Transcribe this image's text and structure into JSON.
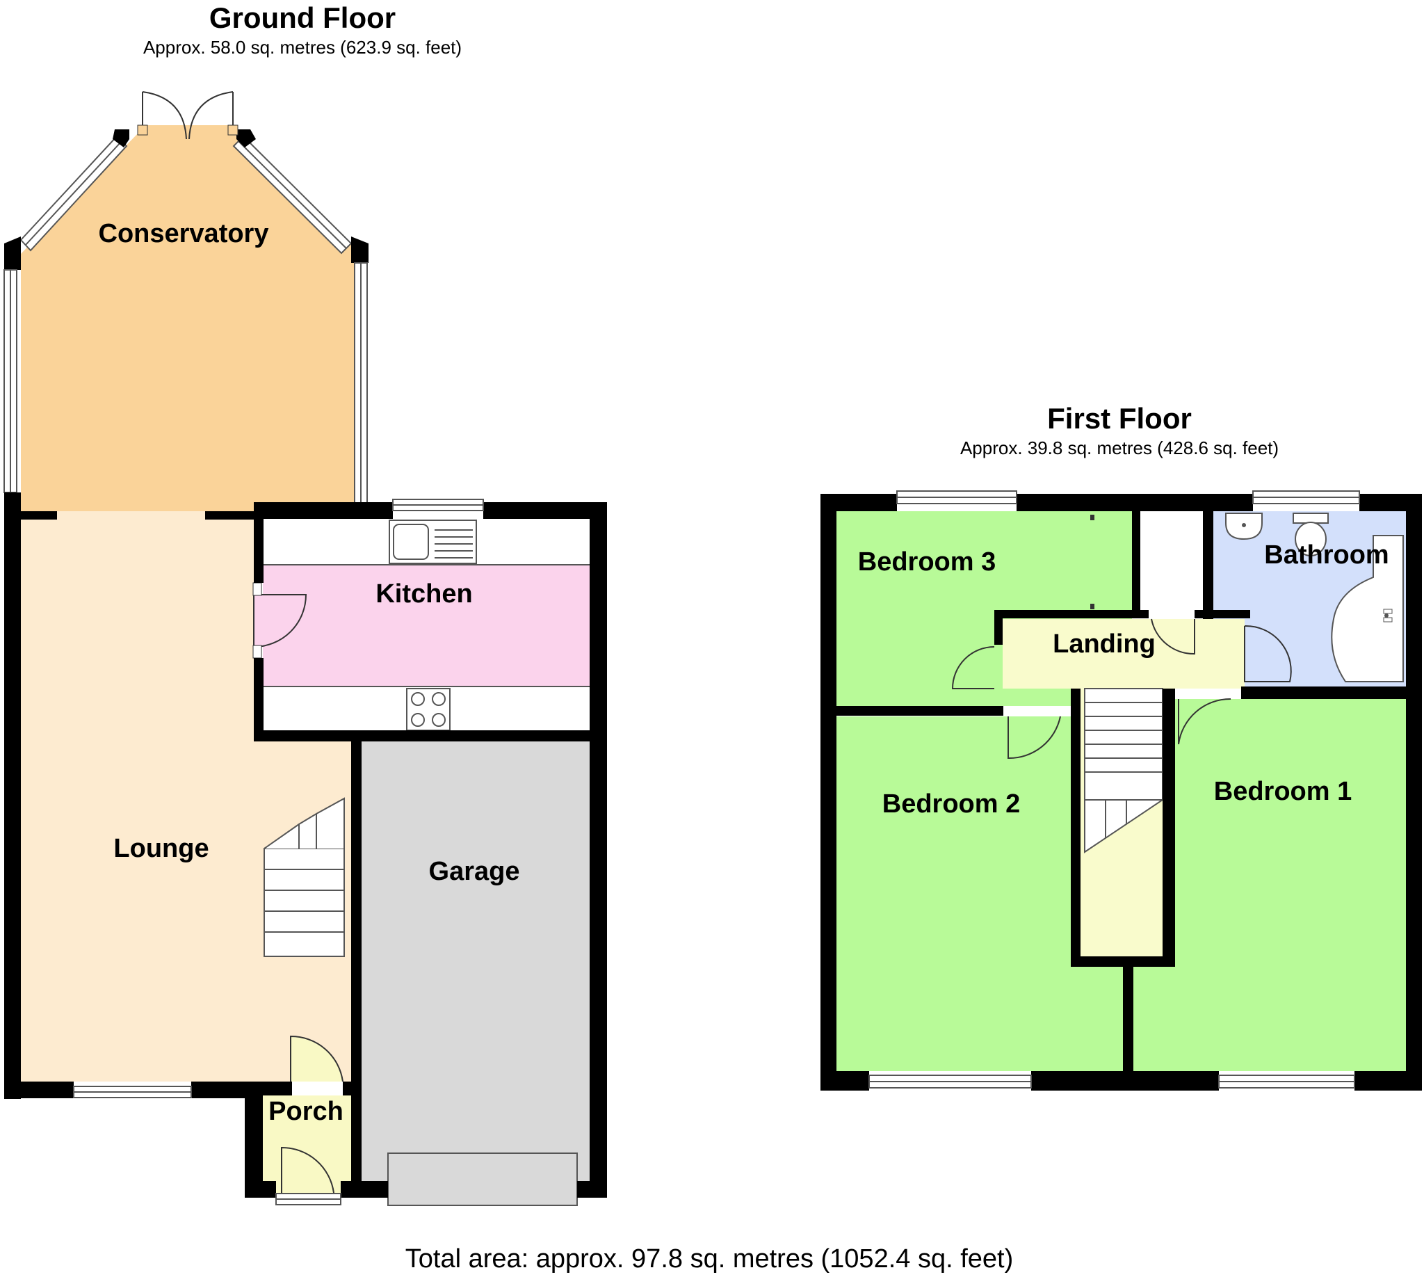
{
  "ground_floor": {
    "title": "Ground Floor",
    "area": "Approx. 58.0 sq. metres (623.9 sq. feet)",
    "rooms": {
      "conservatory": "Conservatory",
      "kitchen": "Kitchen",
      "lounge": "Lounge",
      "garage": "Garage",
      "porch": "Porch"
    }
  },
  "first_floor": {
    "title": "First Floor",
    "area": "Approx. 39.8 sq. metres (428.6 sq. feet)",
    "rooms": {
      "bedroom3": "Bedroom 3",
      "bathroom": "Bathroom",
      "landing": "Landing",
      "bedroom2": "Bedroom 2",
      "bedroom1": "Bedroom 1"
    }
  },
  "total_area": "Total area: approx. 97.8 sq. metres (1052.4 sq. feet)",
  "colors": {
    "conservatory": "#fad399",
    "lounge": "#fdebd0",
    "kitchen": "#fbd3ec",
    "garage": "#d9d9d9",
    "porch": "#f9f9c5",
    "bedroom": "#b8fa98",
    "landing": "#f9fbcc",
    "bathroom": "#d3e0fb",
    "wall": "#000000"
  }
}
